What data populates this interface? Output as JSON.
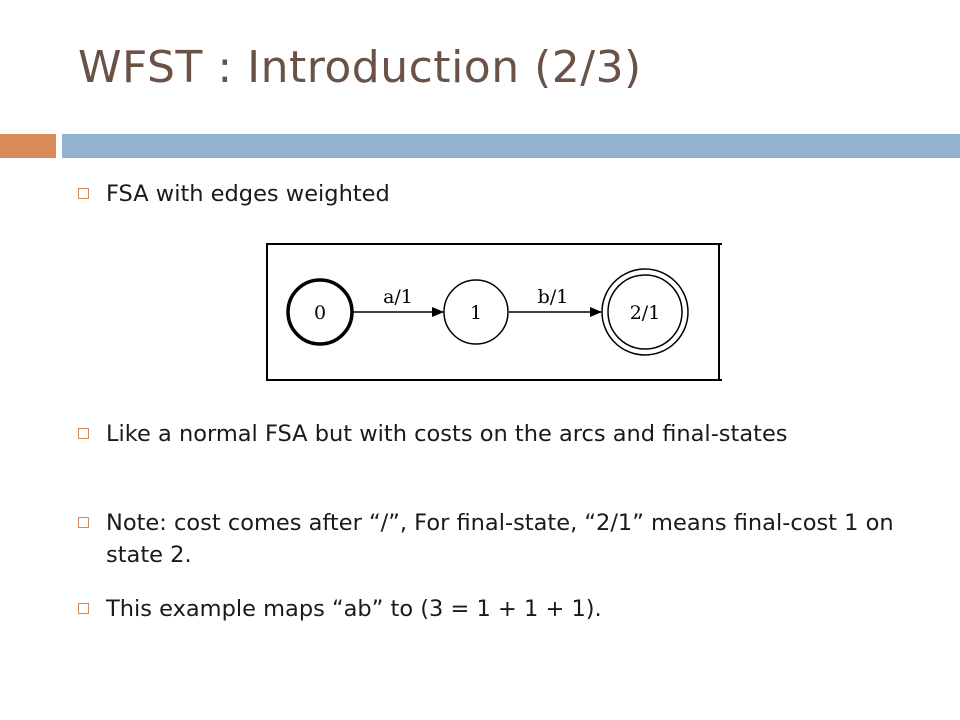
{
  "slide": {
    "title": "WFST : Introduction (2/3)"
  },
  "bullets": [
    {
      "text": "FSA with edges weighted"
    },
    {
      "text": "Like a normal FSA but with costs on the arcs and final-states"
    },
    {
      "text": "Note: cost comes after “/”, For final-state, “2/1” means final-cost 1 on state 2."
    },
    {
      "text": "This example maps “ab” to (3 = 1 + 1 + 1)."
    }
  ],
  "diagram": {
    "states": [
      {
        "label": "0",
        "type": "initial"
      },
      {
        "label": "1",
        "type": "normal"
      },
      {
        "label": "2/1",
        "type": "final"
      }
    ],
    "arcs": [
      {
        "label": "a/1",
        "from": "0",
        "to": "1"
      },
      {
        "label": "b/1",
        "from": "1",
        "to": "2/1"
      }
    ]
  },
  "colors": {
    "title": "#6b5247",
    "accent_orange": "#d98a59",
    "accent_blue": "#93b2cf",
    "bullet_marker": "#d08a5e"
  }
}
